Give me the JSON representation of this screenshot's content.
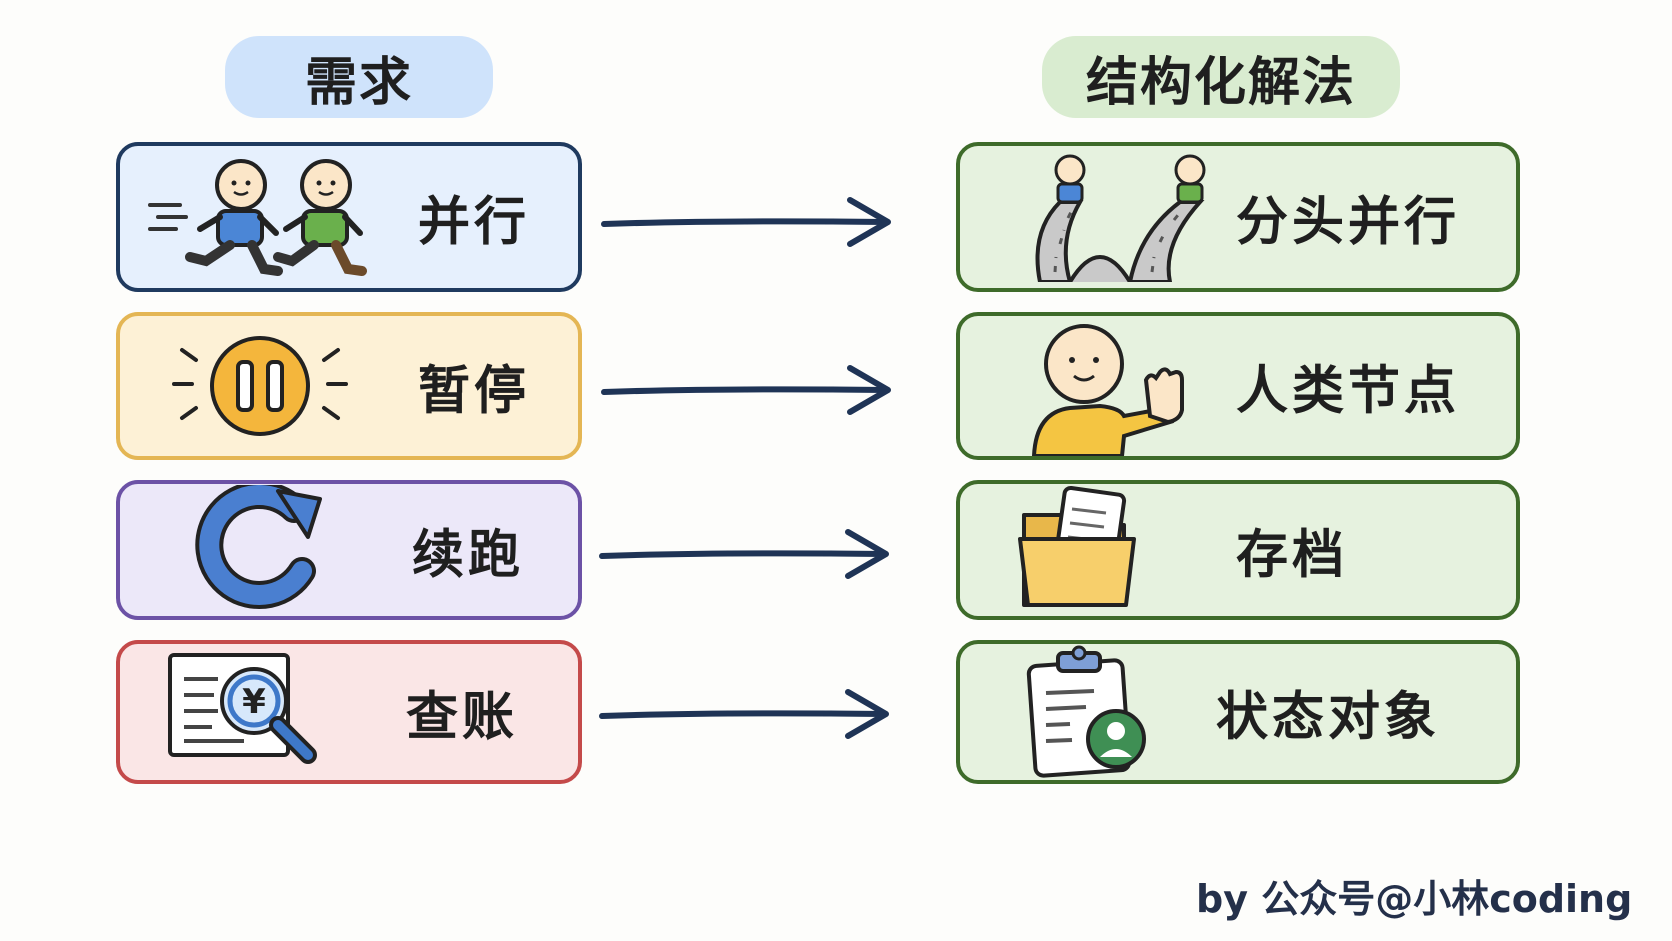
{
  "headers": {
    "left": "需求",
    "right": "结构化解法"
  },
  "rows": [
    {
      "need": "并行",
      "solution": "分头并行",
      "need_icon": "running-people-icon",
      "solution_icon": "forked-road-icon"
    },
    {
      "need": "暂停",
      "solution": "人类节点",
      "need_icon": "pause-icon",
      "solution_icon": "person-raising-hand-icon"
    },
    {
      "need": "续跑",
      "solution": "存档",
      "need_icon": "refresh-arrow-icon",
      "solution_icon": "folder-with-document-icon"
    },
    {
      "need": "查账",
      "solution": "状态对象",
      "need_icon": "magnifier-yen-document-icon",
      "solution_icon": "clipboard-user-icon"
    }
  ],
  "footer": "by 公众号@小林coding",
  "colors": {
    "blue_fill": "#e6f0fd",
    "blue_border": "#1f3a5f",
    "yellow_fill": "#fdf1d6",
    "yellow_border": "#e4b654",
    "purple_fill": "#ece8f9",
    "purple_border": "#6c52a6",
    "red_fill": "#fae6e6",
    "red_border": "#c44a4a",
    "green_fill": "#e6f2df",
    "green_border": "#3e6b2a",
    "arrow": "#1f3456"
  }
}
